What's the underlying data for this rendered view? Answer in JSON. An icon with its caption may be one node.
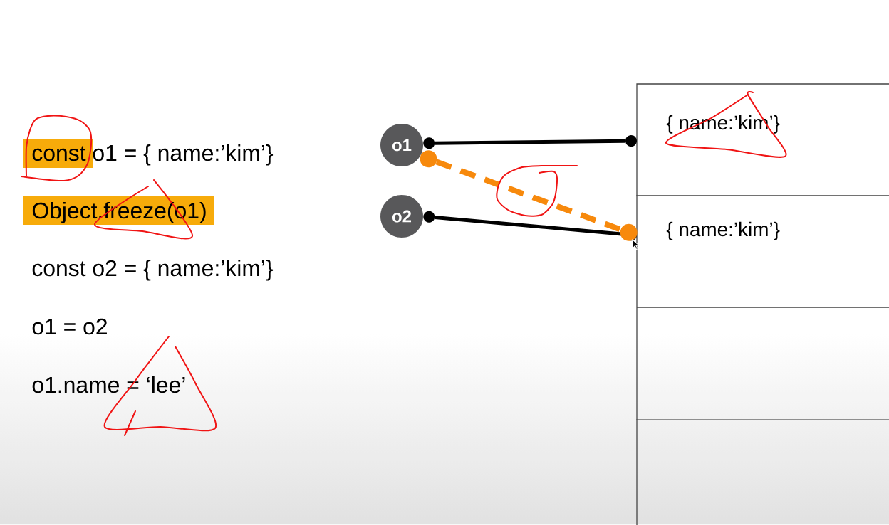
{
  "diagram": {
    "nodes": [
      {
        "text": [
          "o1"
        ]
      },
      {
        "text": [
          "o2"
        ]
      },
      {
        "text": [
          "{ name:’kim’}"
        ]
      },
      {
        "text": [
          "{ name:’kim’}"
        ]
      },
      {
        "text": [],
        "shape": "box"
      },
      {
        "text": [],
        "shape": "box"
      }
    ],
    "edges": [
      {
        "from": 0,
        "to": 2,
        "arrow": "other"
      },
      {
        "from": 1,
        "to": 3,
        "arrow": "other"
      },
      {
        "from": 0,
        "to": 3,
        "arrow": "other",
        "style": "dashed",
        "color": "#f7890c"
      }
    ],
    "labels": [
      "const o1 = { name:’kim’}",
      "Object.freeze(o1)",
      "const o2 = { name:’kim’}",
      "o1 = o2",
      "o1.name = ‘lee’"
    ]
  }
}
